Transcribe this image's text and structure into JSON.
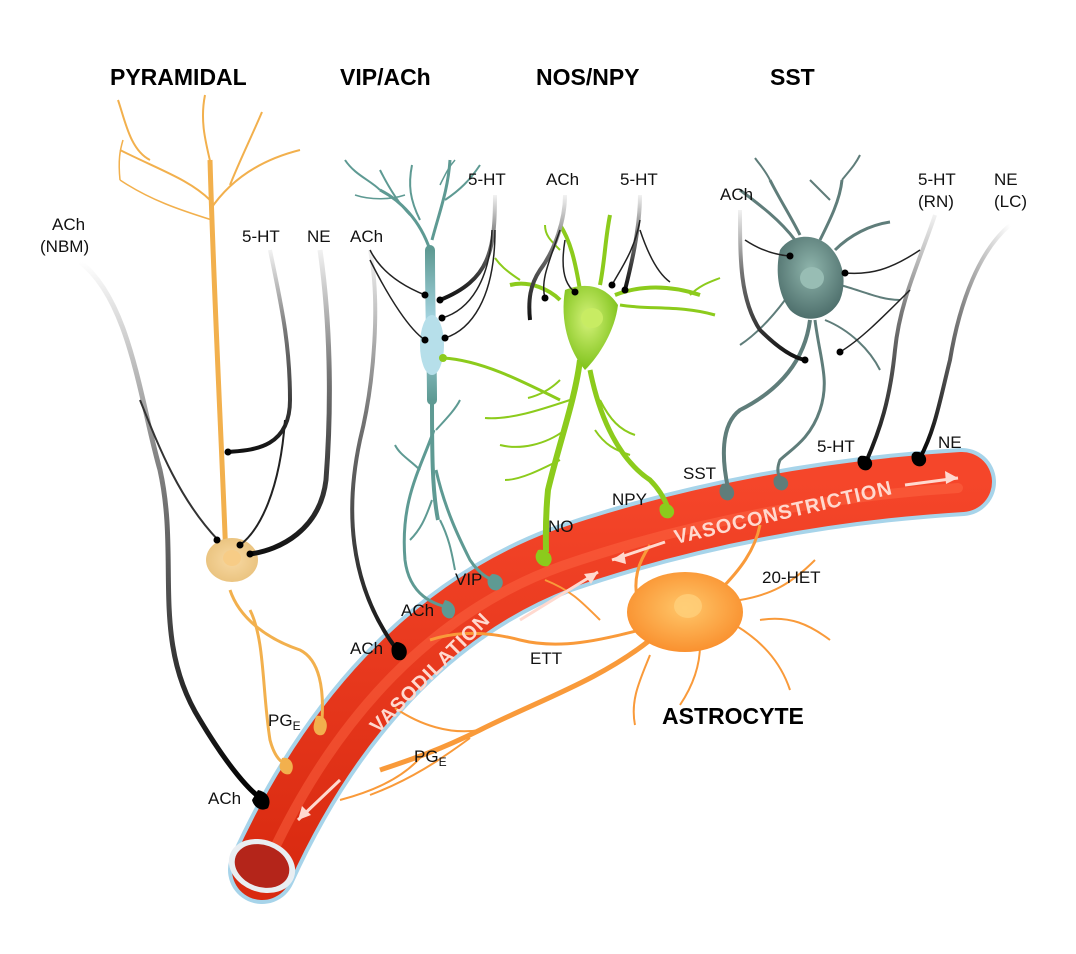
{
  "headers": {
    "pyramidal": "PYRAMIDAL",
    "vip_ach": "VIP/ACh",
    "nos_npy": "NOS/NPY",
    "sst": "SST",
    "astrocyte": "ASTROCYTE"
  },
  "inputs": {
    "ach_nbm_line1": "ACh",
    "ach_nbm_line2": "(NBM)",
    "pyr_5ht": "5-HT",
    "pyr_ne": "NE",
    "vip_ach": "ACh",
    "vip_5ht": "5-HT",
    "nos_ach": "ACh",
    "nos_5ht": "5-HT",
    "sst_ach": "ACh",
    "sst_5ht_line1": "5-HT",
    "sst_5ht_line2": "(RN)",
    "ne_lc_line1": "NE",
    "ne_lc_line2": "(LC)"
  },
  "terminals": {
    "ach_bottom": "ACh",
    "pge_pyr": "PG",
    "pge_pyr_sub": "E",
    "ach_vessel": "ACh",
    "ach_vip": "ACh",
    "vip": "VIP",
    "no": "NO",
    "npy": "NPY",
    "sst": "SST",
    "ht5": "5-HT",
    "ne": "NE",
    "ett": "ETT",
    "pge_astro": "PG",
    "pge_astro_sub": "E",
    "het20": "20-HET"
  },
  "vessel": {
    "vasodilation": "VASODILATION",
    "vasoconstriction": "VASOCONSTRICTION"
  },
  "colors": {
    "pyramidal": "#f2b04d",
    "vip": "#5e9a93",
    "nos": "#8ccb1c",
    "sst": "#5f7d7a",
    "astrocyte": "#f99a3a",
    "vessel": "#e8321a"
  }
}
